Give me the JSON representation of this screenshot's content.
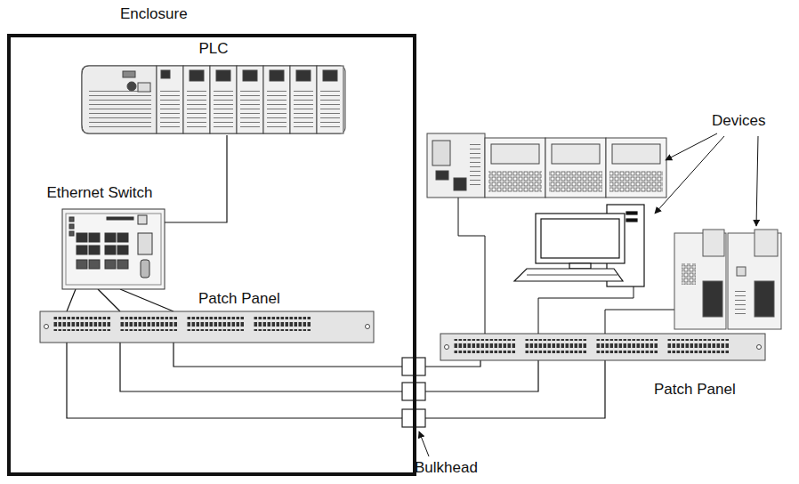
{
  "diagram": {
    "nodes": [
      {
        "text": [
          "Enclosure"
        ]
      },
      {
        "text": [
          "PLC"
        ],
        "in": 0
      },
      {
        "text": [
          "Ethernet Switch"
        ],
        "in": 0
      },
      {
        "text": [
          "Patch Panel"
        ],
        "in": 0
      },
      {
        "text": [
          "Patch Panel"
        ]
      }
    ],
    "edges": [
      {
        "from": 1,
        "to": 2,
        "arrow": "none"
      },
      {
        "from": 2,
        "to": 3,
        "arrow": "none"
      },
      {
        "from": 2,
        "to": 3,
        "arrow": "none"
      },
      {
        "from": 2,
        "to": 3,
        "arrow": "none"
      },
      {
        "from": 3,
        "to": 4,
        "arrow": "none"
      },
      {
        "from": 3,
        "to": 4,
        "arrow": "none"
      },
      {
        "from": 3,
        "to": 4,
        "arrow": "none"
      }
    ],
    "labels": [
      "Devices",
      "Bulkhead"
    ]
  }
}
